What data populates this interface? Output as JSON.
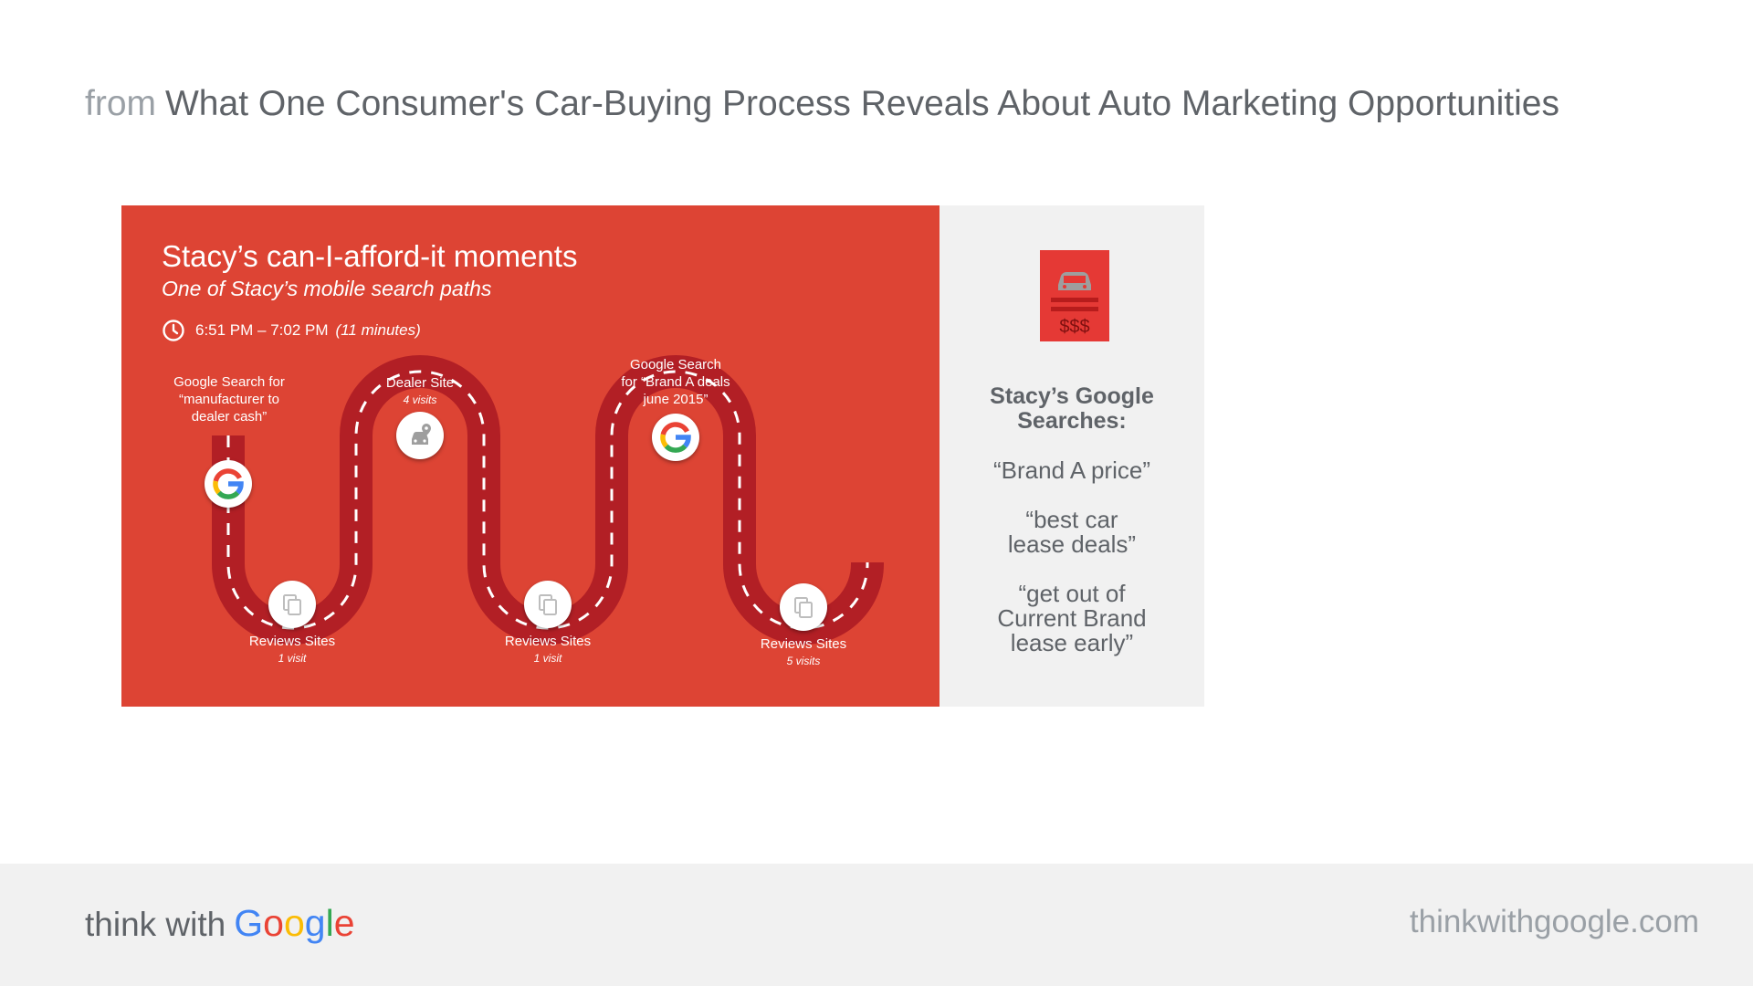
{
  "header": {
    "from_label": "from",
    "title": "What One Consumer's Car-Buying Process Reveals About Auto Marketing Opportunities"
  },
  "card": {
    "title": "Stacy’s can-I-afford-it moments",
    "subtitle": "One of Stacy’s mobile search paths",
    "time_range": "6:51 PM – 7:02 PM",
    "duration": "(11 minutes)",
    "stops": [
      {
        "lines": [
          "Google Search for",
          "“manufacturer to",
          "dealer cash”"
        ],
        "visits": "",
        "icon": "google-g-icon"
      },
      {
        "lines": [
          "Reviews Sites"
        ],
        "visits": "1 visit",
        "icon": "copy-icon"
      },
      {
        "lines": [
          "Dealer Site"
        ],
        "visits": "4 visits",
        "icon": "car-pin-icon"
      },
      {
        "lines": [
          "Reviews Sites"
        ],
        "visits": "1 visit",
        "icon": "copy-icon"
      },
      {
        "lines": [
          "Google Search",
          "for “Brand A deals",
          "june 2015”"
        ],
        "visits": "",
        "icon": "google-g-icon"
      },
      {
        "lines": [
          "Reviews Sites"
        ],
        "visits": "5 visits",
        "icon": "copy-icon"
      }
    ]
  },
  "side": {
    "icon": "car-price-document-icon",
    "icon_text": "$$$",
    "title": "Stacy’s Google Searches:",
    "queries": [
      "“Brand A price”",
      "“best car\nlease deals”",
      "“get out of\nCurrent Brand\nlease early”"
    ]
  },
  "footer": {
    "logo_prefix": "think with",
    "logo_brand": "Google",
    "site": "thinkwithgoogle.com"
  },
  "colors": {
    "card_red": "#dd4434",
    "road_red": "#b21f25",
    "side_gray": "#f1f1f1",
    "text_gray": "#5f6368",
    "google_blue": "#4285f4",
    "google_red": "#ea4335",
    "google_yellow": "#fbbc05",
    "google_green": "#34a853"
  }
}
